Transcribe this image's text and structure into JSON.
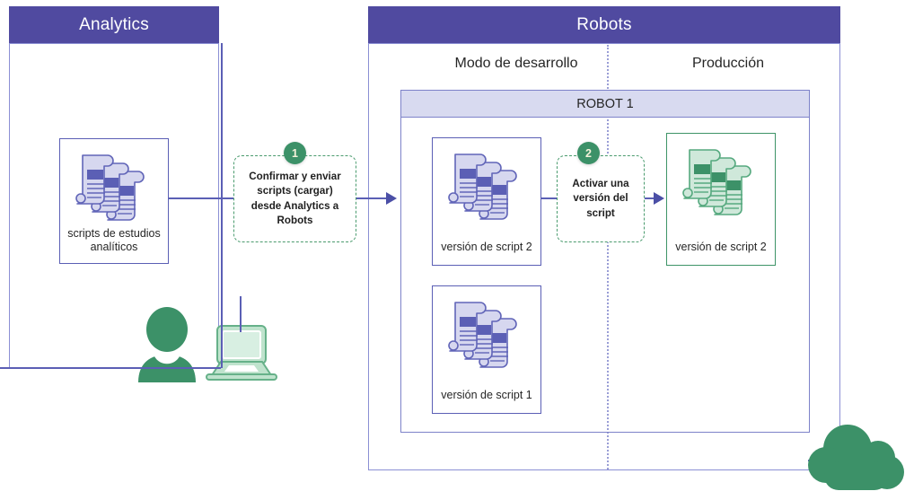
{
  "diagram": {
    "title_analytics": "Analytics",
    "title_robots": "Robots"
  },
  "panels": {
    "analytics": {
      "header": "Analytics",
      "card_label": "scripts de estudios analíticos",
      "card_label_line1": "scripts de estudios",
      "card_label_line2": "analíticos"
    },
    "robots": {
      "header": "Robots",
      "column_dev": "Modo de desarrollo",
      "column_prod": "Producción",
      "robot_group": "ROBOT 1",
      "cards": [
        {
          "label": "versión de script 2",
          "column": "dev",
          "color": "purple"
        },
        {
          "label": "versión de script 1",
          "column": "dev",
          "color": "purple"
        },
        {
          "label": "versión de script 2",
          "column": "prod",
          "color": "green"
        }
      ]
    }
  },
  "steps": [
    {
      "number": "1",
      "text": "Confirmar y enviar scripts (cargar) desde Analytics a Robots"
    },
    {
      "number": "2",
      "text": "Activar una versión del script"
    }
  ],
  "icons": {
    "scripts": "document-stack-icon",
    "person": "user-icon",
    "laptop": "laptop-icon",
    "cloud": "cloud-icon",
    "arrow": "arrow-right-icon",
    "badge": "step-badge-icon"
  },
  "colors": {
    "header_purple": "#504AA0",
    "outline_purple": "#5b5fb5",
    "panel_border": "#8b8fd4",
    "robot_bar_fill": "#d8daf0",
    "accent_green": "#3c9168",
    "card_green_border": "#3e9467",
    "script_fill_purple": "#d6d7ef",
    "script_fill_green": "#cfe8da",
    "divider": "#9a9ed6"
  }
}
